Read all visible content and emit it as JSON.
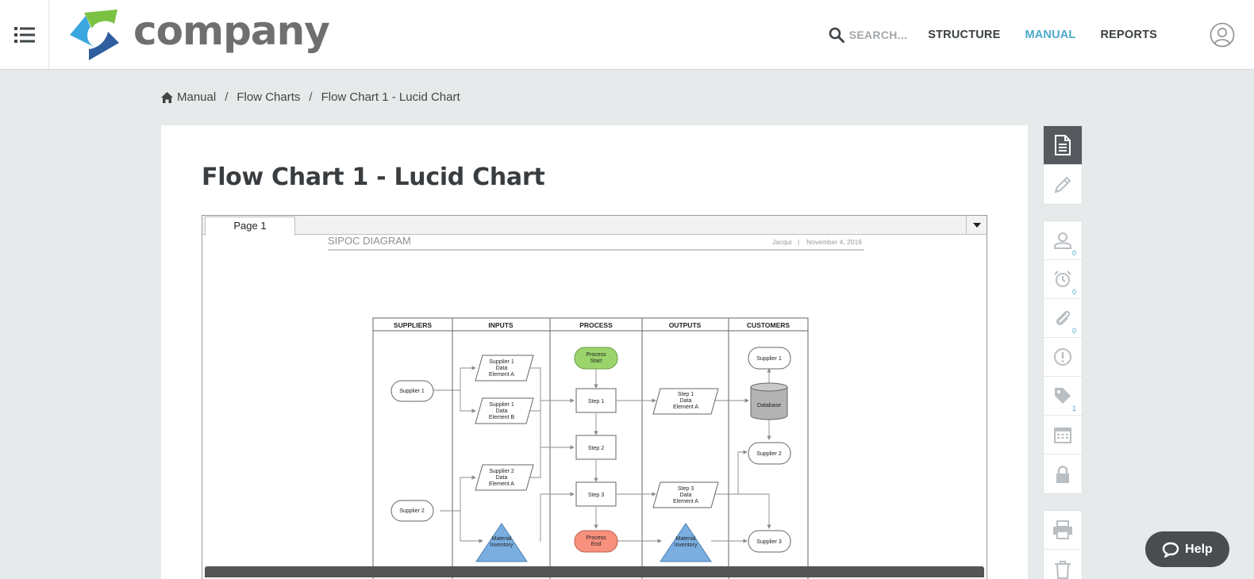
{
  "header": {
    "logo_text": "company",
    "search_label": "SEARCH...",
    "nav": [
      "STRUCTURE",
      "MANUAL",
      "REPORTS"
    ],
    "active_nav": "MANUAL"
  },
  "breadcrumb": [
    "Manual",
    "Flow Charts",
    "Flow Chart 1 - Lucid Chart"
  ],
  "page": {
    "title": "Flow Chart 1 - Lucid Chart"
  },
  "embed": {
    "tab_label": "Page 1",
    "diagram": {
      "title": "SIPOC DIAGRAM",
      "author": "Jacqui",
      "date": "November 4, 2016",
      "columns": [
        "SUPPLIERS",
        "INPUTS",
        "PROCESS",
        "OUTPUTS",
        "CUSTOMERS"
      ],
      "shapes": {
        "supplier1": "Supplier 1",
        "supplier2": "Supplier 2",
        "s1_data_a": [
          "Supplier 1",
          "Data",
          "Element A"
        ],
        "s1_data_b": [
          "Supplier 1",
          "Data",
          "Element B"
        ],
        "s2_data_a": [
          "Supplier 2",
          "Data",
          "Element A"
        ],
        "material_in": [
          "Material",
          "Inventory"
        ],
        "process_start": [
          "Process",
          "Start"
        ],
        "step1": "Step 1",
        "step2": "Step 2",
        "step3": "Step 3",
        "process_end": [
          "Process",
          "End"
        ],
        "step1_data": [
          "Step 1",
          "Data",
          "Element A"
        ],
        "step3_data": [
          "Step 3",
          "Data",
          "Element A"
        ],
        "material_out": [
          "Material",
          "Inventory"
        ],
        "cust_supplier1": "Supplier 1",
        "database": "Database",
        "cust_supplier2": "Supplier 2",
        "cust_supplier3": "Supplier 3"
      }
    }
  },
  "toolbar_counts": {
    "people": "0",
    "reminders": "0",
    "attachments": "0",
    "tags": "1"
  },
  "help_label": "Help",
  "colors": {
    "accent": "#4fa8c9",
    "start": "#9bd46b",
    "end": "#f7907c",
    "triangle": "#7aaee0",
    "database": "#b3b3b3"
  }
}
